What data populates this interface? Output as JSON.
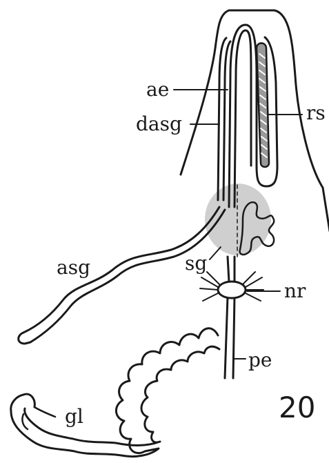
{
  "figure": {
    "number": "20",
    "labels": {
      "ae": "ae",
      "dasg": "dasg",
      "rs": "rs",
      "asg": "asg",
      "sg": "sg",
      "nr": "nr",
      "pe": "pe",
      "gl": "gl"
    },
    "colors": {
      "ink": "#1a1a1a",
      "gland_shade": "#cfcfcf"
    }
  }
}
